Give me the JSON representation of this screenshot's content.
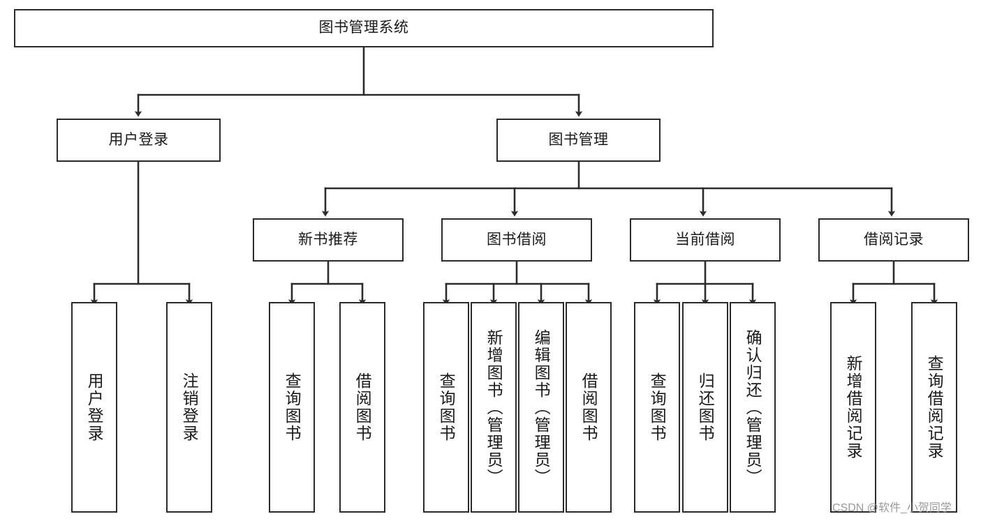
{
  "diagram": {
    "title": "图书管理系统",
    "type": "functional-structure-tree",
    "watermark": "CSDN @软件_小贺同学",
    "colors": {
      "border": "#2b2b2b",
      "background": "#ffffff",
      "text": "#1a1a1a",
      "edge": "#2b2b2b",
      "watermark": "#9a9a9a"
    }
  },
  "nodes": {
    "root": {
      "label": "图书管理系统"
    },
    "level2": [
      {
        "id": "user-login",
        "label": "用户登录"
      },
      {
        "id": "book-management",
        "label": "图书管理"
      }
    ],
    "level3": [
      {
        "id": "new-book-recommend",
        "label": "新书推荐"
      },
      {
        "id": "book-borrow",
        "label": "图书借阅"
      },
      {
        "id": "current-borrow",
        "label": "当前借阅"
      },
      {
        "id": "borrow-record",
        "label": "借阅记录"
      }
    ],
    "leaves": {
      "user-login": [
        {
          "id": "leaf-user-login",
          "label": "用户登录"
        },
        {
          "id": "leaf-logout-login",
          "label": "注销登录"
        }
      ],
      "new-book-recommend": [
        {
          "id": "leaf-query-book-1",
          "label": "查询图书"
        },
        {
          "id": "leaf-borrow-book-1",
          "label": "借阅图书"
        }
      ],
      "book-borrow": [
        {
          "id": "leaf-query-book-2",
          "label": "查询图书"
        },
        {
          "id": "leaf-add-book",
          "label": "新增图书（管理员）"
        },
        {
          "id": "leaf-edit-book",
          "label": "编辑图书（管理员）"
        },
        {
          "id": "leaf-borrow-book-2",
          "label": "借阅图书"
        }
      ],
      "current-borrow": [
        {
          "id": "leaf-query-book-3",
          "label": "查询图书"
        },
        {
          "id": "leaf-return-book",
          "label": "归还图书"
        },
        {
          "id": "leaf-confirm-return",
          "label": "确认归还（管理员）"
        }
      ],
      "borrow-record": [
        {
          "id": "leaf-add-record",
          "label": "新增借阅记录"
        },
        {
          "id": "leaf-query-record",
          "label": "查询借阅记录"
        }
      ]
    }
  }
}
